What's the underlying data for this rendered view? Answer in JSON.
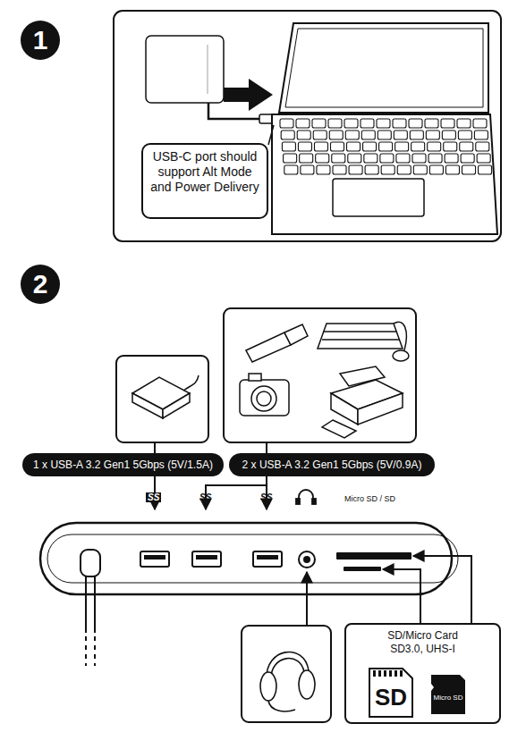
{
  "diagram": {
    "nodes": [
      {
        "text": [
          "1"
        ]
      },
      {
        "text": [
          "USB-C port should support Alt Mode and Power Delivery"
        ]
      },
      {
        "text": [
          "2"
        ]
      },
      {
        "text": [
          "1 x USB-A 3.2 Gen1 5Gbps (5V/1.5A)"
        ]
      },
      {
        "text": [
          "2 x USB-A 3.2 Gen1 5Gbps (5V/0.9A)"
        ]
      },
      {
        "text": [
          "SD/Micro Card SD3.0, UHS-I"
        ]
      },
      {
        "text": [
          "SD"
        ],
        "in": 5
      },
      {
        "text": [
          "Micro SD"
        ],
        "in": 5
      }
    ],
    "labels": [
      "SS",
      "SS",
      "SS",
      "Micro SD / SD"
    ]
  }
}
